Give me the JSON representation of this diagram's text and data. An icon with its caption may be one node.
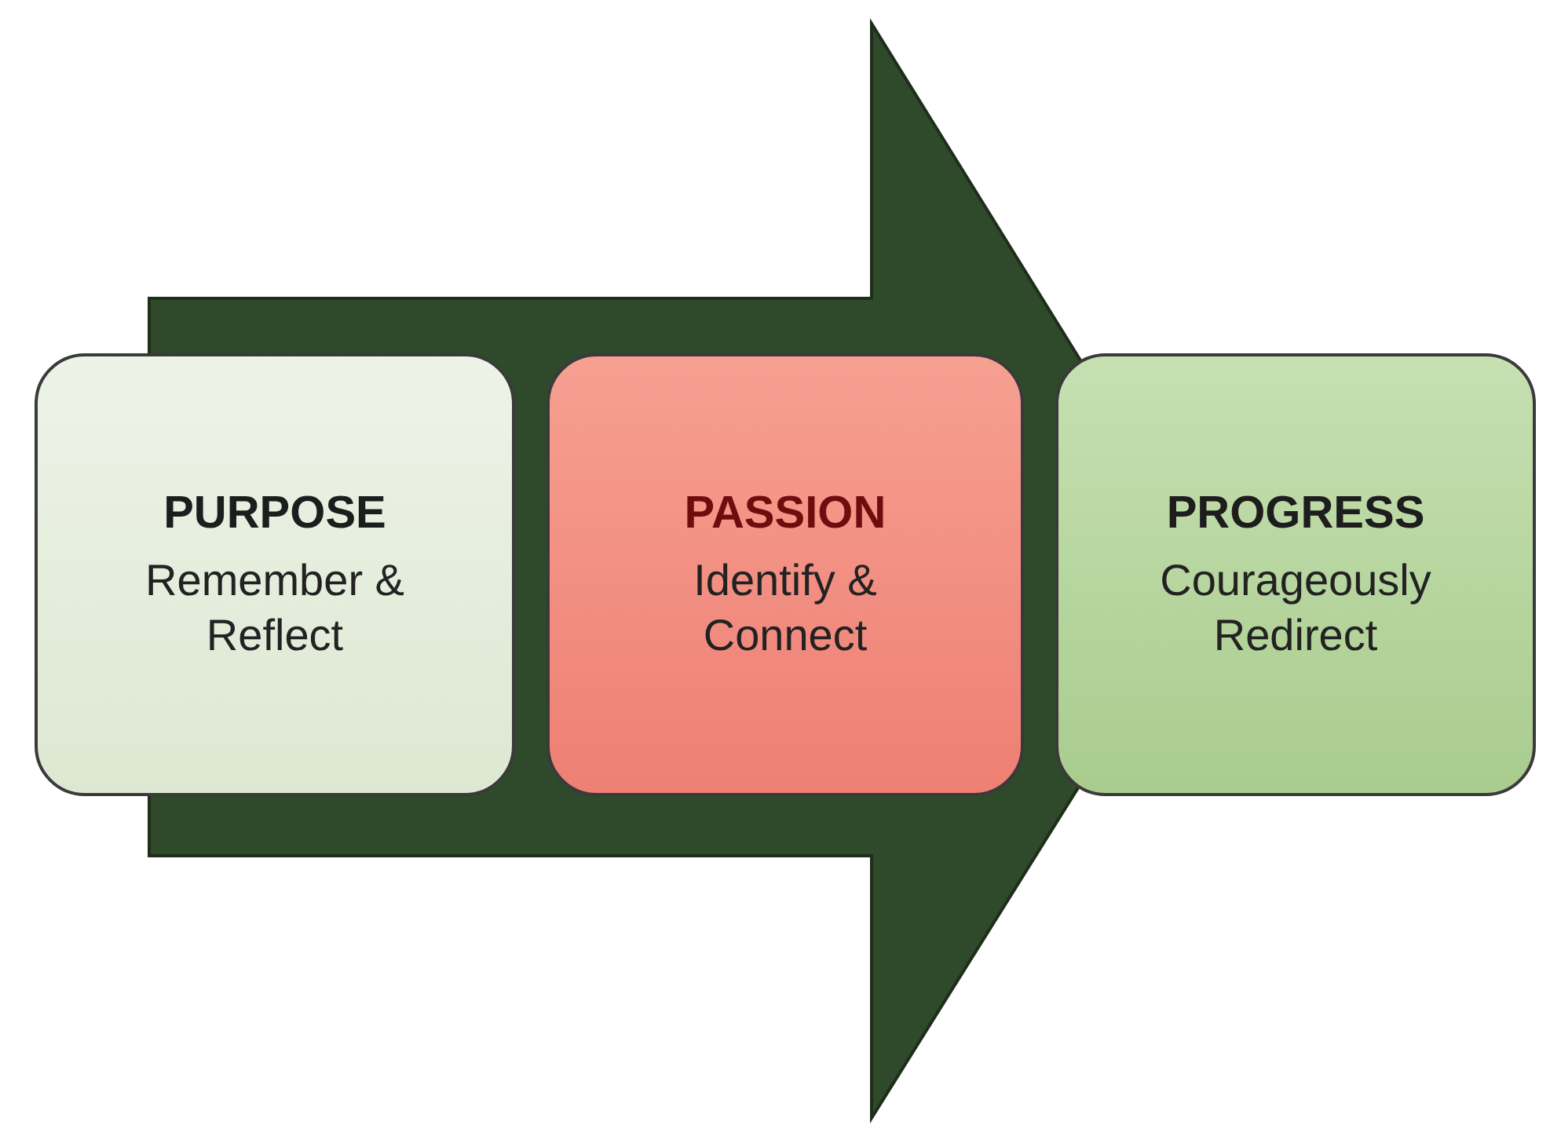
{
  "diagram": {
    "nodes": [
      {
        "text": [
          "PURPOSE",
          "Remember & Reflect"
        ]
      },
      {
        "text": [
          "PASSION",
          "Identify & Connect"
        ]
      },
      {
        "text": [
          "PROGRESS",
          "Courageously Redirect"
        ]
      }
    ],
    "edges": [
      {
        "from": 0,
        "to": 2,
        "arrow": "to"
      }
    ]
  }
}
